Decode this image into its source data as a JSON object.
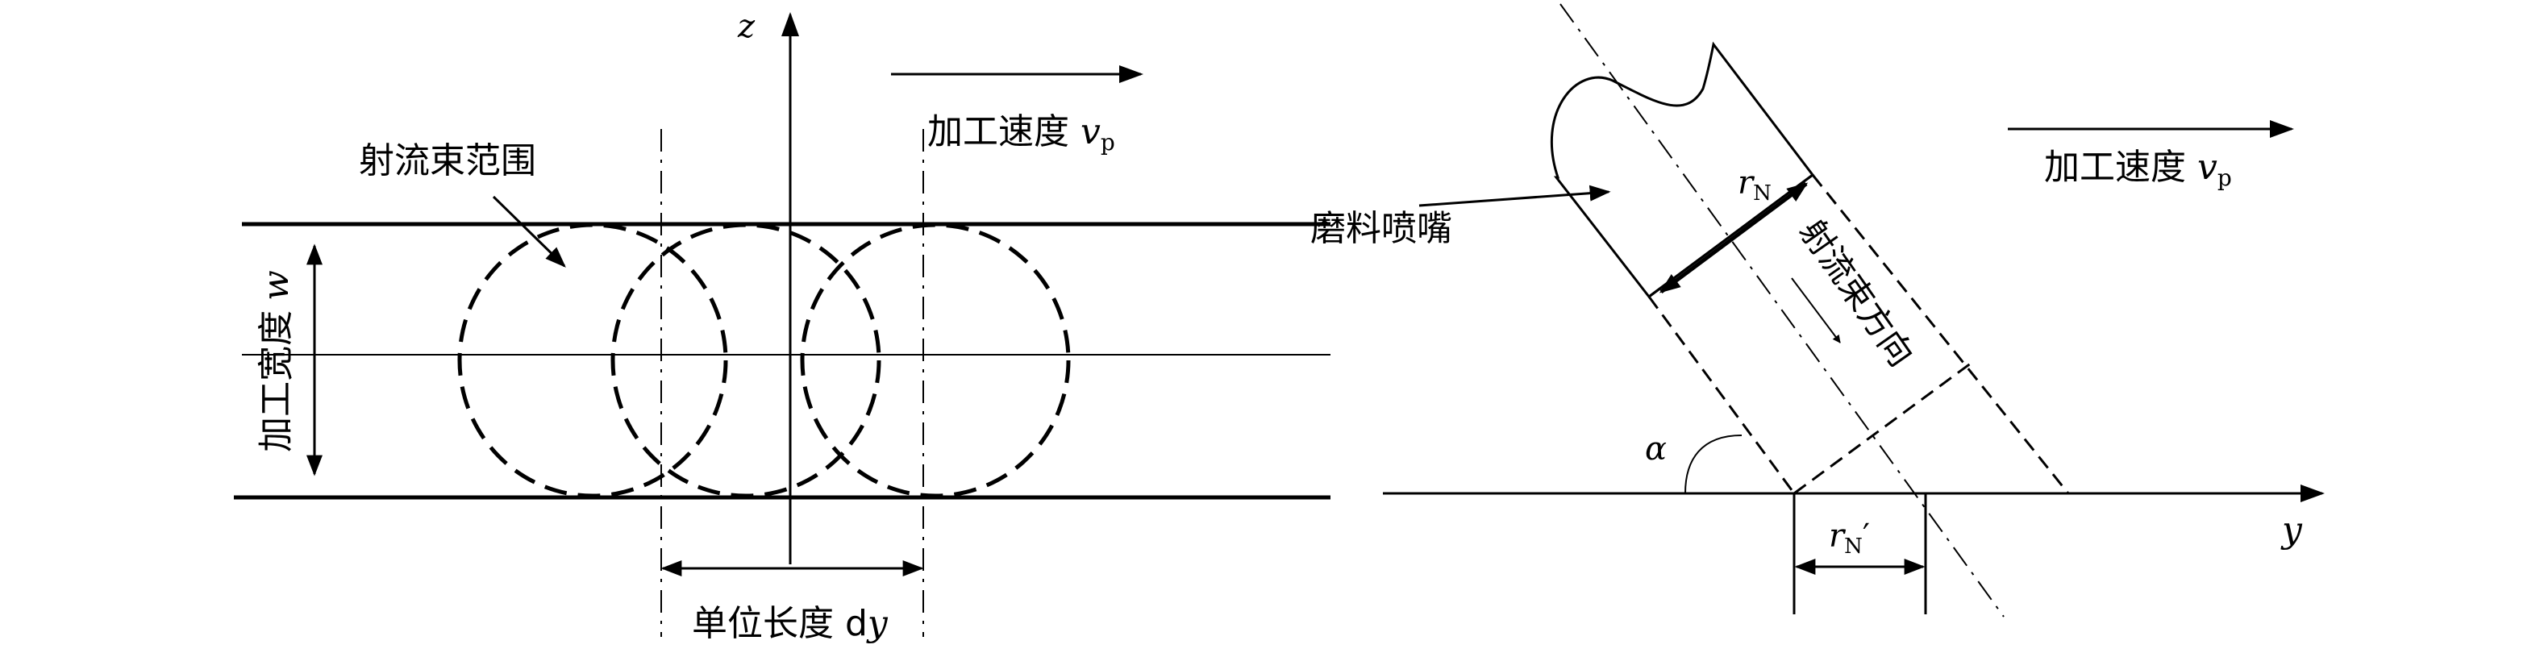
{
  "left": {
    "axis_z": "z",
    "speed_label": "加工速度",
    "speed_var": "v",
    "speed_sub": "p",
    "jet_range_label": "射流束范围",
    "width_label": "加工宽度",
    "width_var": "w",
    "unit_length_label": "单位长度 d",
    "unit_length_var": "y"
  },
  "right": {
    "nozzle_label": "磨料喷嘴",
    "speed_label": "加工速度",
    "speed_var": "v",
    "speed_sub": "p",
    "rn_var": "r",
    "rn_sub": "N",
    "jet_dir_label": "射流束方向",
    "alpha": "α",
    "axis_y": "y",
    "rn_prime_var": "r",
    "rn_prime_sub": "N",
    "rn_prime_mark": "′"
  }
}
